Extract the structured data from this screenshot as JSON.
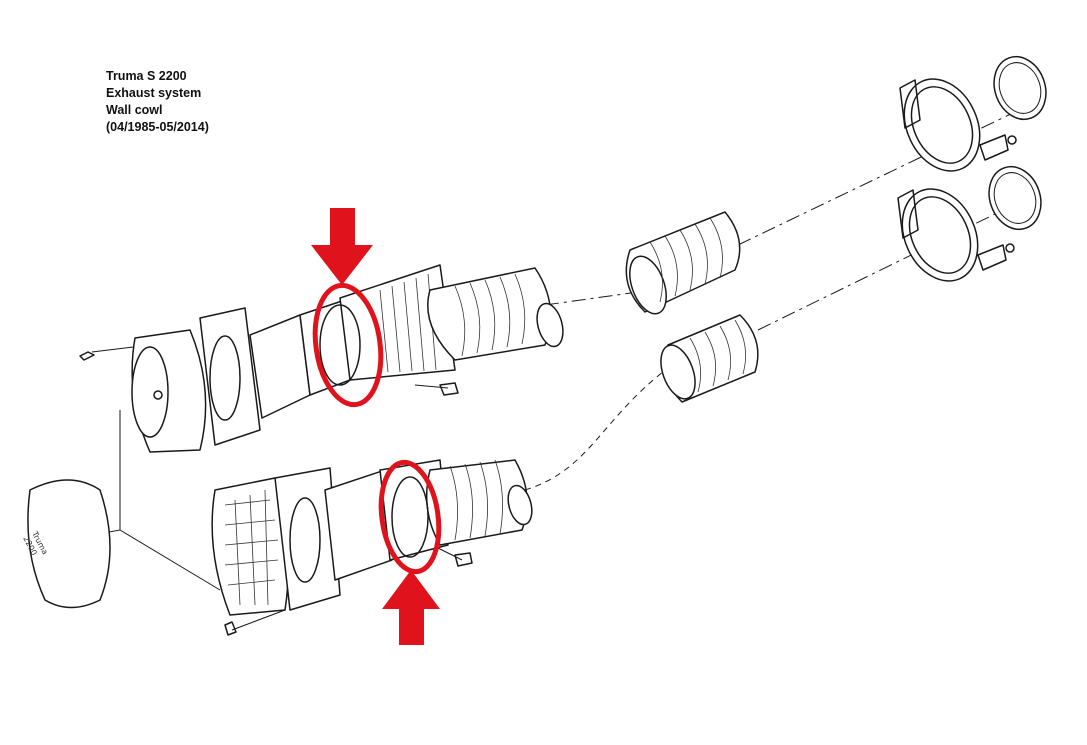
{
  "caption": {
    "line1": "Truma S 2200",
    "line2": "Exhaust system",
    "line3": "Wall cowl",
    "line4": "(04/1985-05/2014)"
  },
  "cover_label": {
    "line1": "Truma",
    "line2": "2200"
  },
  "highlight_color": "#e0131c",
  "icons": [
    "down-arrow-icon",
    "up-arrow-icon",
    "highlight-ring-icon"
  ]
}
